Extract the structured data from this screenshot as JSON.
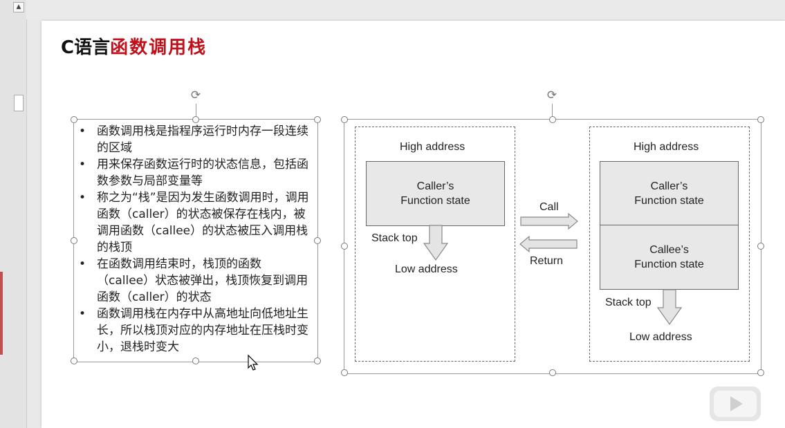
{
  "window": {
    "collapse_glyph": "▲"
  },
  "slide": {
    "title_prefix": "C语言",
    "title_main": "函数调用栈"
  },
  "bullets": [
    "函数调用栈是指程序运行时内存一段连续的区域",
    "用来保存函数运行时的状态信息，包括函数参数与局部变量等",
    "称之为“栈”是因为发生函数调用时，调用函数（caller）的状态被保存在栈内，被调用函数（callee）的状态被压入调用栈的栈顶",
    "在函数调用结束时，栈顶的函数（callee）状态被弹出，栈顶恢复到调用函数（caller）的状态",
    "函数调用栈在内存中从高地址向低地址生长，所以栈顶对应的内存地址在压栈时变小，退栈时变大"
  ],
  "diagram": {
    "left_stack": {
      "high_address": "High address",
      "caller_line1": "Caller’s",
      "caller_line2": "Function state",
      "stack_top": "Stack top",
      "low_address": "Low address"
    },
    "call_label": "Call",
    "return_label": "Return",
    "right_stack": {
      "high_address": "High address",
      "caller_line1": "Caller’s",
      "caller_line2": "Function state",
      "callee_line1": "Callee’s",
      "callee_line2": "Function state",
      "stack_top": "Stack top",
      "low_address": "Low address"
    }
  },
  "icons": {
    "rotate": "rotate-handle-icon",
    "arrow_down": "down-arrow-icon",
    "arrow_right": "right-arrow-icon",
    "arrow_left": "left-arrow-icon",
    "watermark": "bilibili-logo-icon"
  },
  "colors": {
    "title_red": "#c0101a",
    "box_fill": "#e8e8e8",
    "arrow_fill": "#e4e4e4",
    "slide_marker": "#c0504d"
  }
}
